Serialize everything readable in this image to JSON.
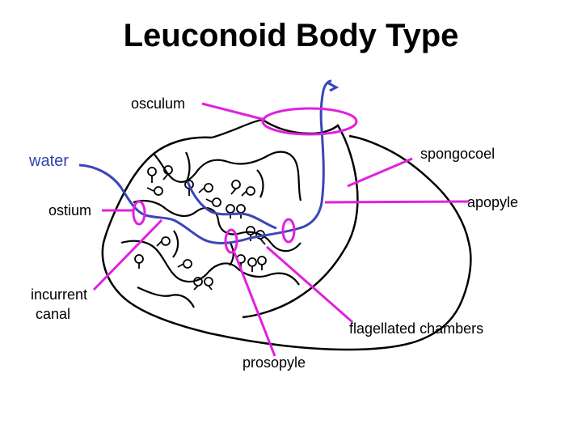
{
  "title": "Leuconoid Body Type",
  "labels": {
    "osculum": "osculum",
    "water": "water",
    "spongocoel": "spongocoel",
    "apopyle": "apopyle",
    "ostium": "ostium",
    "incurrent_canal_line1": "incurrent",
    "incurrent_canal_line2": "canal",
    "flagellated_chambers": "flagellated chambers",
    "prosopyle": "prosopyle"
  },
  "colors": {
    "pointer": "#e020e0",
    "water_flow": "#3b46b8",
    "outline": "#000000"
  }
}
